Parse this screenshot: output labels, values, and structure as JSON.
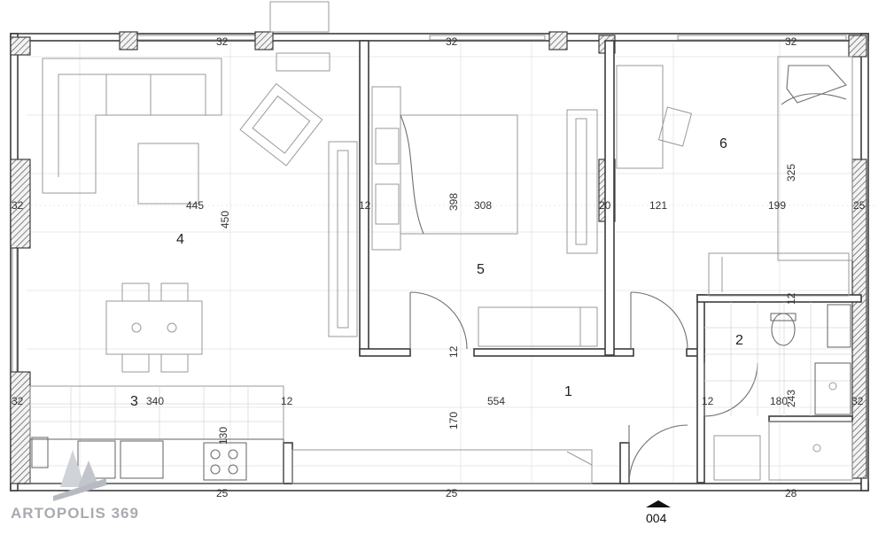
{
  "rooms": [
    {
      "number": "1"
    },
    {
      "number": "2"
    },
    {
      "number": "3"
    },
    {
      "number": "4"
    },
    {
      "number": "5"
    },
    {
      "number": "6"
    }
  ],
  "dimensions": {
    "top_left_wall": "32",
    "top_mid_wall": "32",
    "top_right_wall": "32",
    "left_wall_upper": "32",
    "left_wall_lower": "32",
    "right_wall_upper": "25",
    "right_wall_lower": "32",
    "living_width": "445",
    "living_depth": "450",
    "partition_living_bed": "12",
    "bedroom_depth": "398",
    "bedroom_width": "308",
    "partition_bed_room6": "20",
    "room6_width_a": "121",
    "room6_width_b": "199",
    "room6_depth": "325",
    "bath_top_wall": "12",
    "bed_bottom_wall": "12",
    "kitchen_width": "340",
    "kitchen_partition": "12",
    "hall_width": "554",
    "hall_partition": "12",
    "bath_width": "180",
    "bath_depth": "243",
    "kitchen_depth": "130",
    "hall_depth": "170",
    "bottom_wall_left": "25",
    "bottom_wall_mid": "25",
    "bottom_wall_right": "28"
  },
  "entrance_code": "004",
  "logo": {
    "text": "ARTOPOLIS 369"
  }
}
